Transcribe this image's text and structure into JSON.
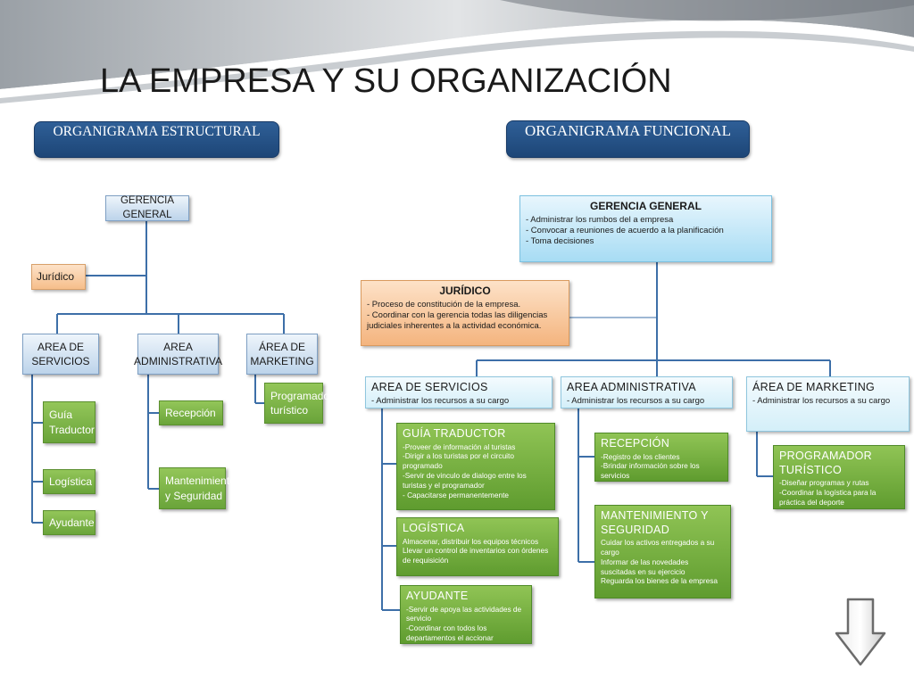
{
  "slide": {
    "title": "LA EMPRESA Y SU ORGANIZACIÓN",
    "left_header": "ORGANIGRAMA ESTRUCTURAL",
    "right_header": "ORGANIGRAMA FUNCIONAL"
  },
  "structural": {
    "gerencia": "GERENCIA GENERAL",
    "juridico": "Jurídico",
    "areas": [
      "AREA DE SERVICIOS",
      "AREA ADMINISTRATIVA",
      "ÁREA DE MARKETING"
    ],
    "servicios_sub": [
      "Guía Traductor",
      "Logística",
      "Ayudante"
    ],
    "admin_sub": [
      "Recepción",
      "Mantenimiento y Seguridad"
    ],
    "marketing_sub": [
      "Programador turístico"
    ]
  },
  "functional": {
    "gerencia": {
      "title": "GERENCIA GENERAL",
      "desc": "- Administrar  los rumbos del a empresa\n- Convocar a reuniones de acuerdo a la planificación\n- Toma decisiones"
    },
    "juridico": {
      "title": "JURÍDICO",
      "desc": "- Proceso de constitución de la empresa.\n- Coordinar con la gerencia todas las diligencias judiciales inherentes a la actividad económica."
    },
    "areas": [
      {
        "title": "AREA DE SERVICIOS",
        "desc": "- Administrar  los recursos a su cargo"
      },
      {
        "title": "AREA ADMINISTRATIVA",
        "desc": "- Administrar  los recursos a su cargo"
      },
      {
        "title": "ÁREA DE MARKETING",
        "desc": "- Administrar  los recursos a su cargo"
      }
    ],
    "guia": {
      "title": "GUÍA  TRADUCTOR",
      "desc": "-Proveer de información al turistas\n-Dirigir a los turistas por el circuito programado\n-Servir de vinculo de dialogo entre los turistas y el programador\n- Capacitarse permanentemente"
    },
    "logistica": {
      "title": "LOGÍSTICA",
      "desc": "Almacenar, distribuir los equipos técnicos\nLlevar un control de inventarios con órdenes de requisición"
    },
    "ayudante": {
      "title": "AYUDANTE",
      "desc": "-Servir de apoya las actividades de servicio\n-Coordinar con todos los departamentos el accionar"
    },
    "recepcion": {
      "title": "RECEPCIÓN",
      "desc": "-Registro de los clientes\n-Brindar información sobre los servicios"
    },
    "mantenimiento": {
      "title": "MANTENIMIENTO Y SEGURIDAD",
      "desc": "Cuidar los activos entregados a su cargo\nInformar de las novedades suscitadas en su ejercicio\nReguarda los bienes de la empresa"
    },
    "programador": {
      "title": "PROGRAMADOR TURÍSTICO",
      "desc": "-Diseñar programas y rutas\n-Coordinar la logística para la práctica del deporte"
    }
  }
}
